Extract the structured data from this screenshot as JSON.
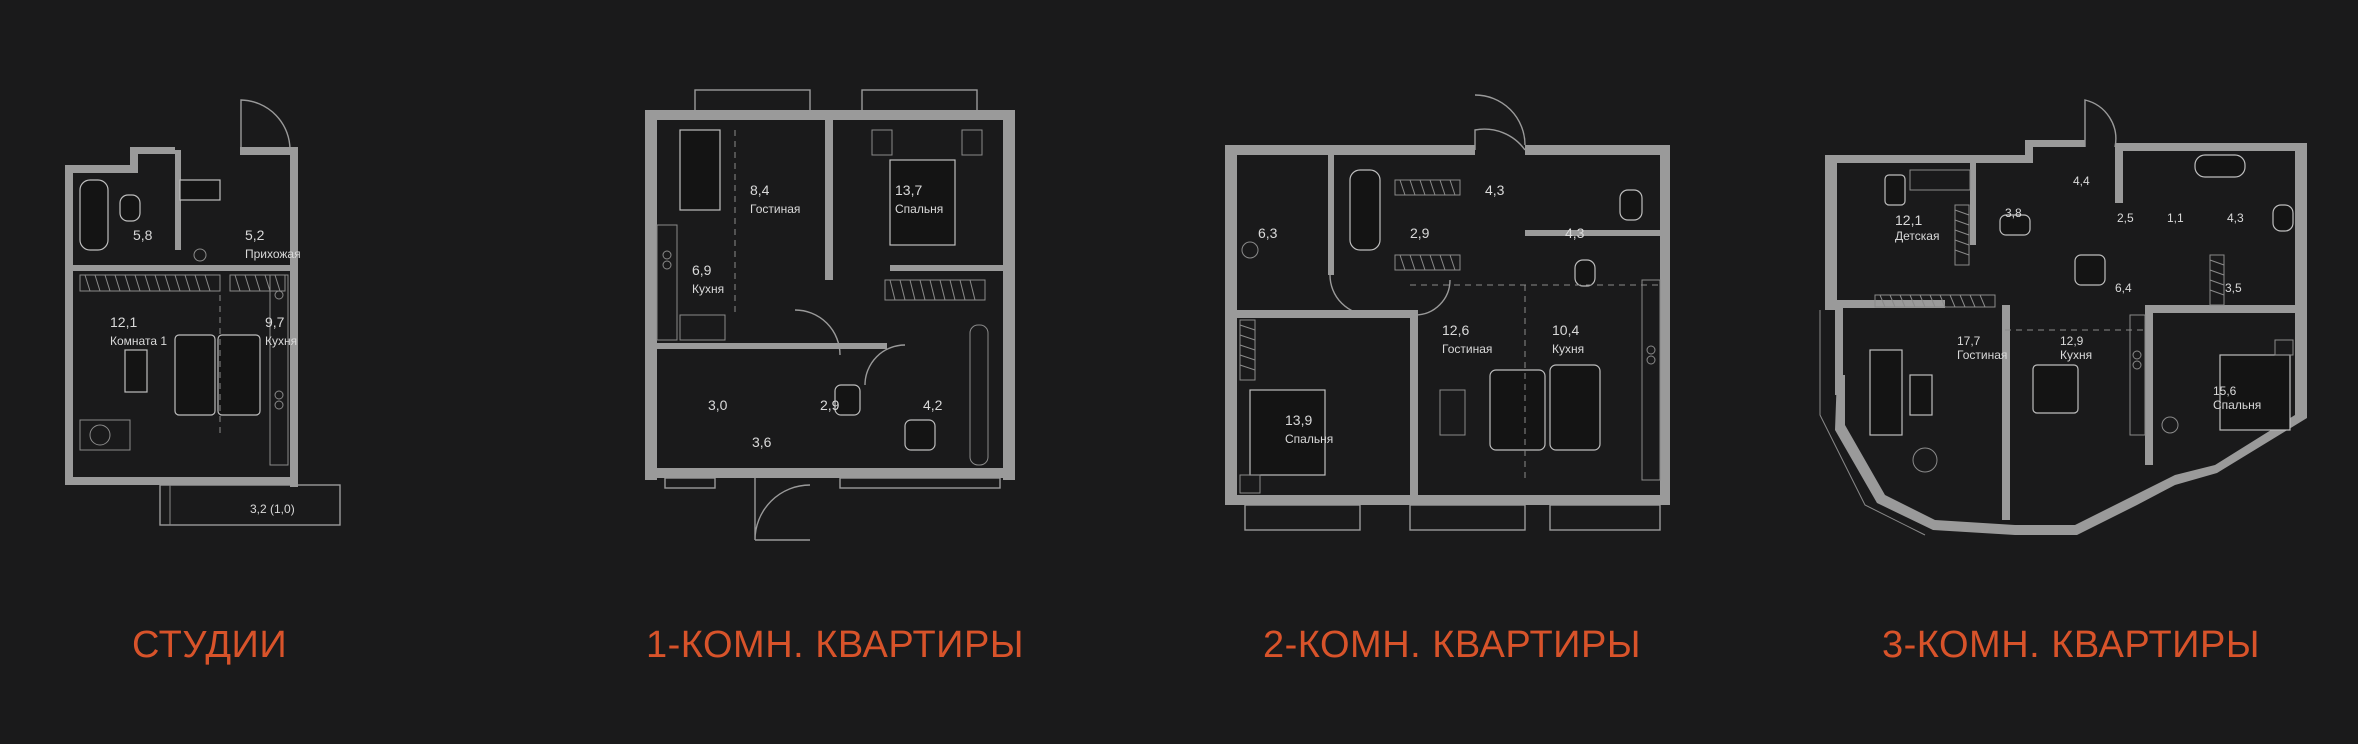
{
  "colors": {
    "background": "#1a1a1b",
    "accent": "#d8532a",
    "walls": "#9a9a9a",
    "labels": "#d9d9d9"
  },
  "categories": [
    {
      "label": "СТУДИИ"
    },
    {
      "label": "1-КОМН. КВАРТИРЫ"
    },
    {
      "label": "2-КОМН. КВАРТИРЫ"
    },
    {
      "label": "3-КОМН. КВАРТИРЫ"
    }
  ],
  "plans": {
    "studio": {
      "bath": {
        "area": "5,8"
      },
      "hall": {
        "area": "5,2",
        "name": "Прихожая"
      },
      "room": {
        "area": "12,1",
        "name": "Комната 1"
      },
      "kitchen": {
        "area": "9,7",
        "name": "Кухня"
      },
      "balcony": {
        "area": "3,2 (1,0)"
      }
    },
    "one_room": {
      "living": {
        "area": "8,4",
        "name": "Гостиная"
      },
      "bedroom": {
        "area": "13,7",
        "name": "Спальня"
      },
      "kitchen": {
        "area": "6,9",
        "name": "Кухня"
      },
      "hall_a": {
        "area": "3,0"
      },
      "wc": {
        "area": "2,9"
      },
      "bath": {
        "area": "4,2"
      },
      "entry": {
        "area": "3,6"
      }
    },
    "two_room": {
      "bath_a": {
        "area": "6,3"
      },
      "wc": {
        "area": "2,9"
      },
      "hall": {
        "area": "4,3"
      },
      "bath_b": {
        "area": "4,3"
      },
      "living": {
        "area": "12,6",
        "name": "Гостиная"
      },
      "kitchen": {
        "area": "10,4",
        "name": "Кухня"
      },
      "bedroom": {
        "area": "13,9",
        "name": "Спальня"
      }
    },
    "three_room": {
      "kids": {
        "area": "12,1",
        "name": "Детская"
      },
      "bath_a": {
        "area": "3,8"
      },
      "hall_a": {
        "area": "4,4"
      },
      "hall_b": {
        "area": "2,5"
      },
      "wc": {
        "area": "1,1"
      },
      "bath_b": {
        "area": "4,3"
      },
      "corridor": {
        "area": "6,4"
      },
      "storage": {
        "area": "3,5"
      },
      "living": {
        "area": "17,7",
        "name": "Гостиная"
      },
      "kitchen": {
        "area": "12,9",
        "name": "Кухня"
      },
      "bedroom": {
        "area": "15,6",
        "name": "Спальня"
      }
    }
  }
}
